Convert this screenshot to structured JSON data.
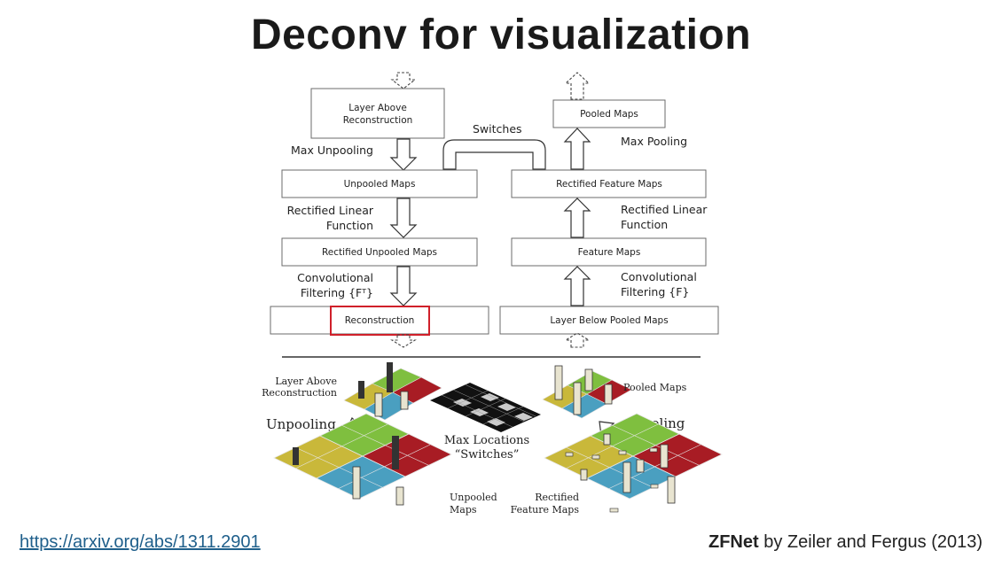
{
  "slide": {
    "title": "Deconv for visualization",
    "url": "https://arxiv.org/abs/1311.2901",
    "credit_bold": "ZFNet",
    "credit_rest": " by Zeiler and Fergus (2013)"
  },
  "left_column": {
    "box_top_line1": "Layer Above",
    "box_top_line2": "Reconstruction",
    "max_unpooling": "Max Unpooling",
    "unpooled_maps": "Unpooled Maps",
    "relu_line1": "Rectified Linear",
    "relu_line2": "Function",
    "rectified_unpooled_maps": "Rectified Unpooled Maps",
    "conv_line1": "Convolutional",
    "conv_line2": "Filtering {Fᵀ}",
    "reconstruction": "Reconstruction"
  },
  "right_column": {
    "pooled_maps": "Pooled Maps",
    "max_pooling": "Max Pooling",
    "rectified_feature_maps": "Rectified Feature Maps",
    "relu_line1": "Rectified Linear",
    "relu_line2": "Function",
    "feature_maps": "Feature Maps",
    "conv_line1": "Convolutional",
    "conv_line2": "Filtering {F}",
    "layer_below": "Layer Below Pooled Maps"
  },
  "switches": "Switches",
  "bottom": {
    "layer_above_line1": "Layer Above",
    "layer_above_line2": "Reconstruction",
    "unpooling": "Unpooling",
    "max_locations_line1": "Max Locations",
    "max_locations_line2": "“Switches”",
    "pooled_maps": "Pooled Maps",
    "pooling": "Pooling",
    "unpooled_line1": "Unpooled",
    "unpooled_line2": "Maps",
    "rectified_line1": "Rectified",
    "rectified_line2": "Feature Maps"
  },
  "colors": {
    "yellow": "#c9b83a",
    "green": "#7fbf3f",
    "blue": "#4a9fc0",
    "red": "#a81c24",
    "highlight": "#d0202a",
    "link": "#1f5f8b"
  }
}
